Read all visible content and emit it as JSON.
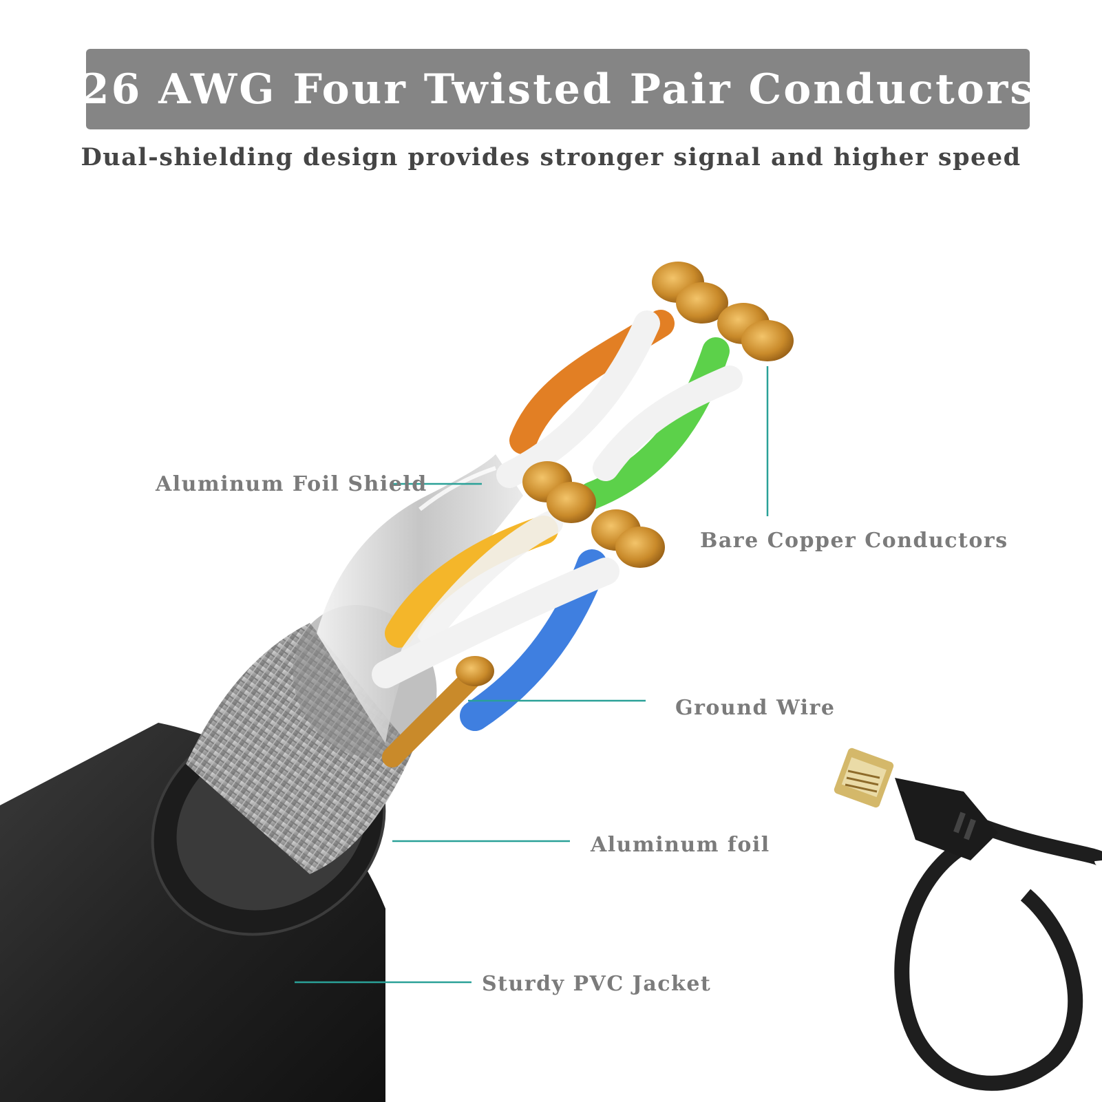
{
  "header": {
    "title": "26 AWG Four Twisted Pair Conductors",
    "subtitle": "Dual-shielding design provides stronger signal and higher speed"
  },
  "callouts": {
    "aluminum_foil_shield": "Aluminum Foil Shield",
    "bare_copper_conductors": "Bare Copper Conductors",
    "ground_wire": "Ground Wire",
    "aluminum_foil": "Aluminum foil",
    "sturdy_pvc_jacket": "Sturdy PVC Jacket"
  },
  "colors": {
    "banner": "#858585",
    "leader_line": "#2aa198",
    "copper": "#d39a3a",
    "pair_orange": "#e27f24",
    "pair_green": "#5cd14a",
    "pair_yellow": "#f4b62a",
    "pair_blue": "#3f7fe0",
    "jacket": "#2b2b2b"
  },
  "icons": [
    "cable-cross-section-illustration",
    "rj45-connector-icon"
  ]
}
